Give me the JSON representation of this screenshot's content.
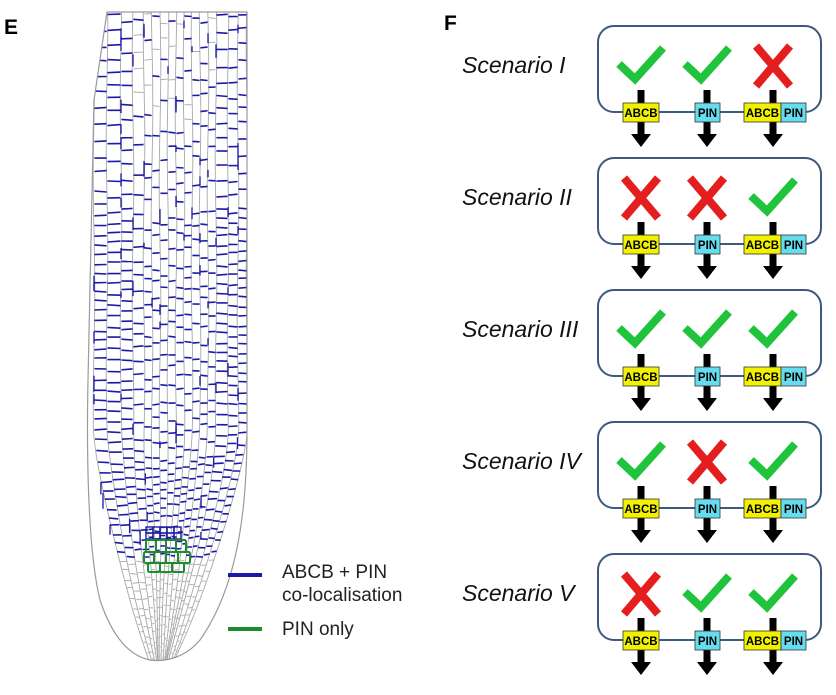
{
  "panels": {
    "e": "E",
    "f": "F"
  },
  "legend": {
    "items": [
      {
        "lines": [
          "ABCB + PIN",
          "co-localisation"
        ],
        "color": "#1a1aa6",
        "icon": "blue-line-icon"
      },
      {
        "lines": [
          "PIN only"
        ],
        "color": "#1f8a2e",
        "icon": "green-line-icon"
      }
    ]
  },
  "transporters": [
    {
      "text": "ABCB",
      "color": "#f2f200"
    },
    {
      "text": "PIN",
      "color": "#66ddee"
    },
    {
      "text": "ABCB",
      "color": "#f2f200",
      "text2": "PIN",
      "color2": "#66ddee"
    }
  ],
  "scenarios": [
    {
      "label": "Scenario I",
      "marks": [
        "check",
        "check",
        "cross"
      ]
    },
    {
      "label": "Scenario II",
      "marks": [
        "cross",
        "cross",
        "check"
      ]
    },
    {
      "label": "Scenario III",
      "marks": [
        "check",
        "check",
        "check"
      ]
    },
    {
      "label": "Scenario IV",
      "marks": [
        "check",
        "cross",
        "check"
      ]
    },
    {
      "label": "Scenario V",
      "marks": [
        "cross",
        "check",
        "check"
      ]
    }
  ],
  "colors": {
    "check": "#1fc33c",
    "cross": "#e41e1e",
    "box_border": "#3d5a7c",
    "cell_outline": "#a8a8a8",
    "cell_blue": "#1a1aa6",
    "cell_green": "#1f8a2e"
  }
}
